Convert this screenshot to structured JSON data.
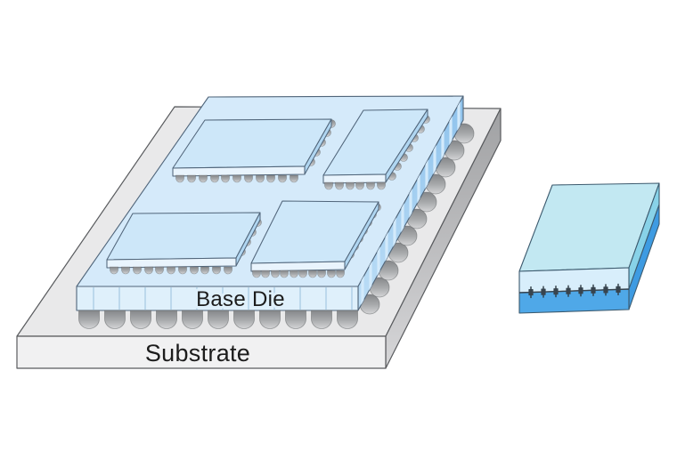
{
  "figure": {
    "type": "isometric-package-diagram",
    "labels": {
      "base_die": "Base Die",
      "substrate": "Substrate"
    },
    "colors": {
      "background": "#ffffff",
      "substrate_top": "#e9e9ea",
      "substrate_front": "#f1f1f2",
      "substrate_side_dark": "#a0a1a3",
      "substrate_side_light": "#d6d6d8",
      "substrate_outline": "#595b5e",
      "base_die_top": "#d5eafa",
      "base_die_front": "#dff0fb",
      "base_die_side": "#8ec2ec",
      "base_die_tsv_line": "#a9cbe4",
      "chiplet_top": "#cde7f9",
      "chiplet_front": "#e9f4fd",
      "chiplet_side": "#b0d6f1",
      "blue_outline": "#50657a",
      "ball_dark": "#85878a",
      "ball_light": "#d4d5d7",
      "detached_die_top": "#c2e8f2",
      "detached_die_front_upper": "#d8eefb",
      "detached_die_front_lower": "#4fa8e8",
      "detached_die_side_upper": "#88d2e8",
      "detached_die_side_lower": "#3e9be2",
      "microbump_dark": "#38444e",
      "label_text": "#1c1c1c"
    },
    "counts": {
      "chiplets": 4,
      "base_die_front_solder_balls": 11,
      "base_die_side_solder_balls": 11,
      "base_die_tsv_lines": 11,
      "chiplet_front_microbumps": [
        11,
        6,
        11,
        10
      ],
      "chiplet_side_microbumps": [
        5,
        7,
        4,
        7
      ],
      "detached_die_microbumps": 8
    }
  }
}
